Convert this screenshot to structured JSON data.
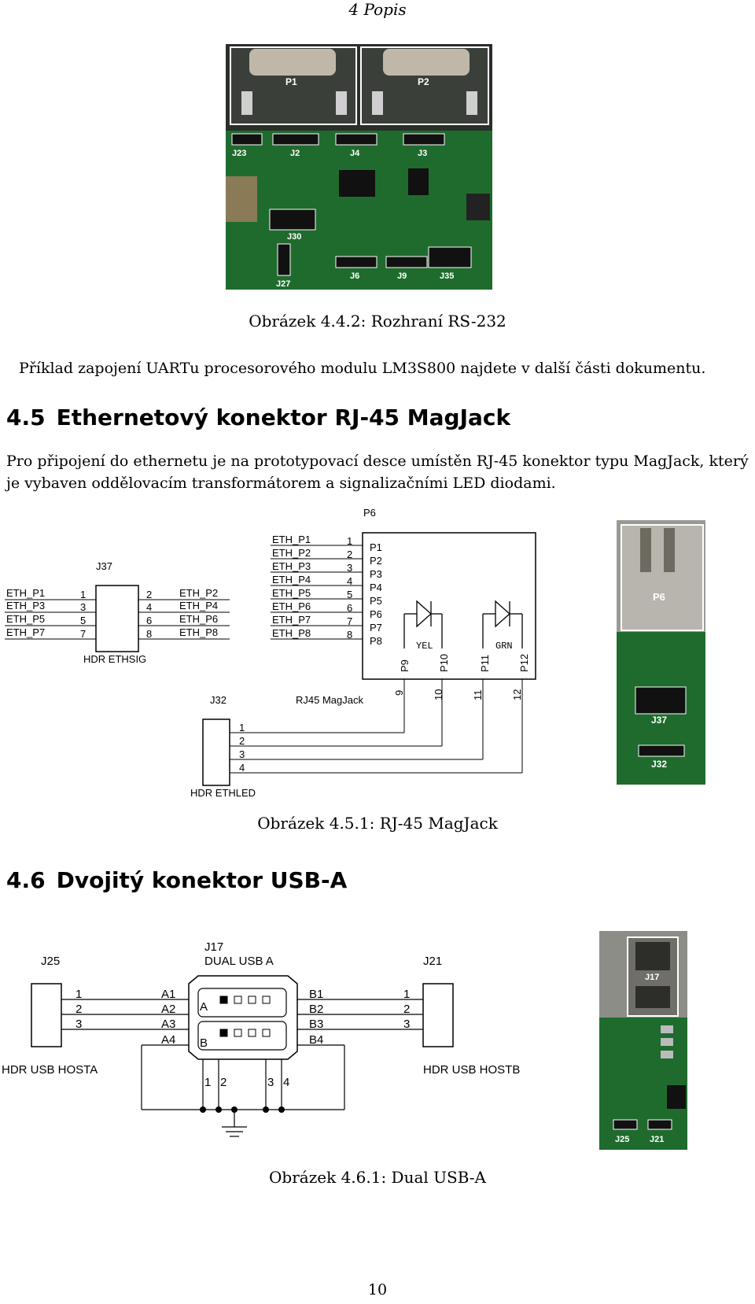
{
  "header": {
    "running_title": "4 Popis"
  },
  "fig_rs232": {
    "labels": [
      "P1",
      "P2",
      "J23",
      "J2",
      "J4",
      "J3",
      "J30",
      "J27",
      "J6",
      "J9",
      "J35"
    ],
    "caption": "Obrázek 4.4.2: Rozhraní RS-232"
  },
  "para_uart": "Příklad zapojení UARTu procesorového modulu LM3S800 najdete v další části dokumentu.",
  "section_45": {
    "number": "4.5",
    "title": "Ethernetový konektor RJ-45 MagJack",
    "para": "Pro připojení do ethernetu je na prototypovací desce umístěn RJ-45 konektor typu MagJack, který je vybaven oddělovacím transformátorem a signalizačními LED diodami."
  },
  "fig_magjack": {
    "j37": {
      "ref": "J37",
      "name": "HDR ETHSIG",
      "left_nets": [
        "ETH_P1",
        "ETH_P3",
        "ETH_P5",
        "ETH_P7"
      ],
      "left_pins": [
        "1",
        "3",
        "5",
        "7"
      ],
      "right_pins": [
        "2",
        "4",
        "6",
        "8"
      ],
      "right_nets": [
        "ETH_P2",
        "ETH_P4",
        "ETH_P6",
        "ETH_P8"
      ]
    },
    "p6": {
      "ref": "P6",
      "name": "RJ45 MagJack",
      "nets": [
        "ETH_P1",
        "ETH_P2",
        "ETH_P3",
        "ETH_P4",
        "ETH_P5",
        "ETH_P6",
        "ETH_P7",
        "ETH_P8"
      ],
      "pin_nums": [
        "1",
        "2",
        "3",
        "4",
        "5",
        "6",
        "7",
        "8"
      ],
      "pin_names": [
        "P1",
        "P2",
        "P3",
        "P4",
        "P5",
        "P6",
        "P7",
        "P8"
      ],
      "led_yel": "YEL",
      "led_grn": "GRN",
      "bottom_pin_names": [
        "P9",
        "P10",
        "P11",
        "P12"
      ],
      "bottom_pin_nums": [
        "9",
        "10",
        "11",
        "12"
      ]
    },
    "j32": {
      "ref": "J32",
      "name": "HDR ETHLED",
      "pins": [
        "1",
        "2",
        "3",
        "4"
      ]
    },
    "photo_labels": [
      "P6",
      "J37",
      "J32"
    ],
    "caption": "Obrázek 4.5.1: RJ-45 MagJack"
  },
  "section_46": {
    "number": "4.6",
    "title": "Dvojitý konektor USB-A"
  },
  "fig_usb": {
    "j25": {
      "ref": "J25",
      "name": "HDR USB HOSTA",
      "pins": [
        "1",
        "2",
        "3"
      ]
    },
    "j17": {
      "ref": "J17",
      "name": "DUAL USB A",
      "a_pins": [
        "A1",
        "A2",
        "A3",
        "A4"
      ],
      "b_pins": [
        "B1",
        "B2",
        "B3",
        "B4"
      ],
      "port_a": "A",
      "port_b": "B",
      "gnd_pins": [
        "1",
        "2",
        "3",
        "4"
      ]
    },
    "j21": {
      "ref": "J21",
      "name": "HDR USB HOSTB",
      "pins": [
        "1",
        "2",
        "3"
      ]
    },
    "photo_labels": [
      "J17",
      "J25",
      "J21"
    ],
    "caption": "Obrázek 4.6.1: Dual USB-A"
  },
  "footer": {
    "page_number": "10"
  },
  "colors": {
    "pcb_green": "#1f6b2e",
    "pcb_dark": "#123f1c",
    "label_white": "#ffffff"
  }
}
